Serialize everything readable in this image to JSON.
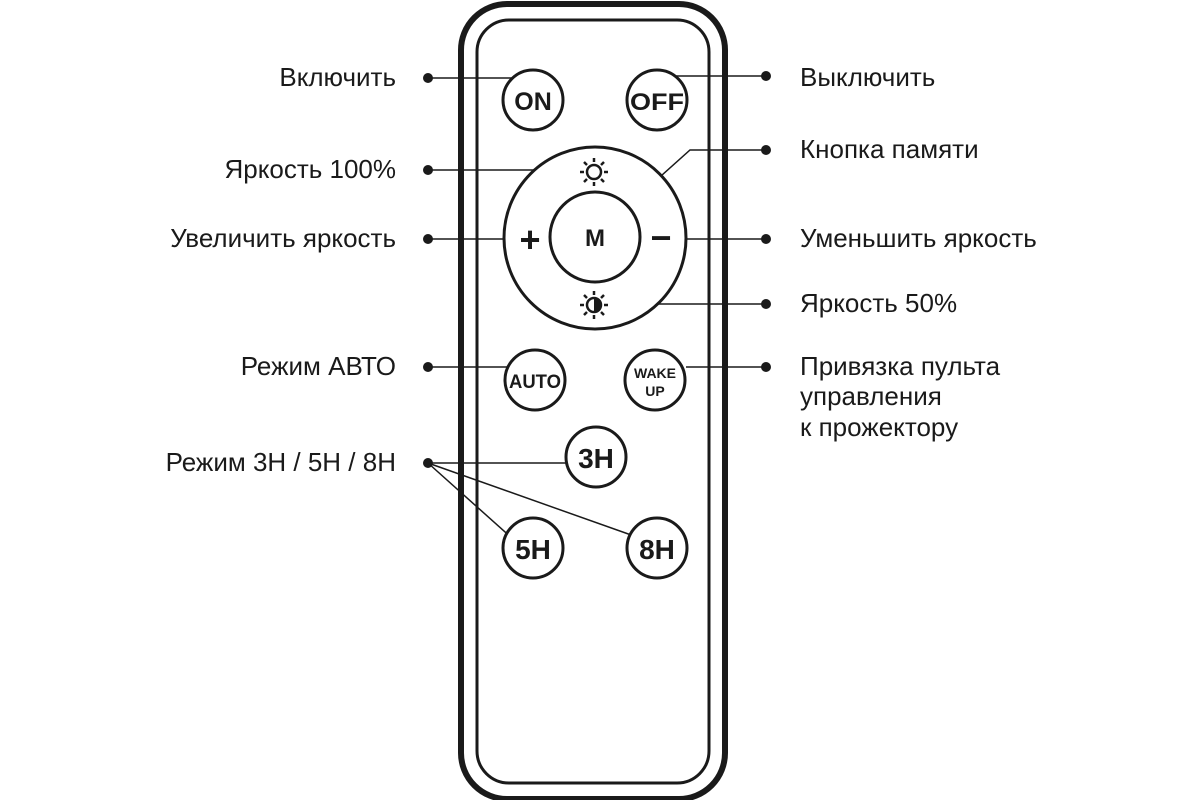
{
  "remote": {
    "buttons": {
      "on": "ON",
      "off": "OFF",
      "memory": "M",
      "plus": "+",
      "minus": "−",
      "auto": "AUTO",
      "wake_line1": "WAKE",
      "wake_line2": "UP",
      "h3": "3H",
      "h5": "5H",
      "h8": "8H"
    },
    "icons": {
      "brightness_full": "sun-icon",
      "brightness_half": "half-sun-icon"
    }
  },
  "labels": {
    "on": "Включить",
    "off": "Выключить",
    "brightness_100": "Яркость 100%",
    "memory": "Кнопка памяти",
    "increase": "Увеличить яркость",
    "decrease": "Уменьшить яркость",
    "brightness_50": "Яркость 50%",
    "auto": "Режим АВТО",
    "pairing_line1": "Привязка пульта",
    "pairing_line2": "управления",
    "pairing_line3": "к прожектору",
    "timer_modes": "Режим 3H / 5H / 8H"
  },
  "colors": {
    "ink": "#1a1a1a",
    "background": "#ffffff"
  }
}
